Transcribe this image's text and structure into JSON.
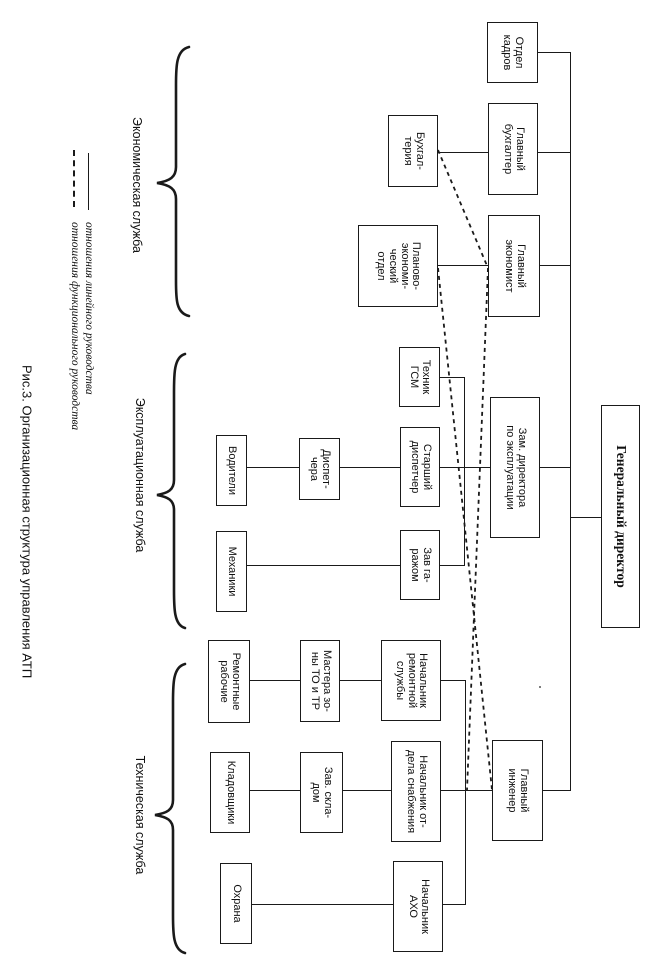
{
  "figure": {
    "caption": "Рис.3. Организационная структура управления АТП",
    "orientation": "rotated-90-ccw"
  },
  "legend": {
    "items": [
      {
        "style": "solid",
        "label": "отношения линейного руководства"
      },
      {
        "style": "dashed",
        "label": "отношения функционального руководства"
      }
    ]
  },
  "groups": [
    {
      "id": "economic",
      "label": "Экономическая служба"
    },
    {
      "id": "operational",
      "label": "Эксплуатационная служба"
    },
    {
      "id": "technical",
      "label": "Техническая служба"
    }
  ],
  "root": {
    "label": "Генеральный директор"
  },
  "nodes": {
    "otdel_kadrov": "Отдел\nкадров",
    "gl_buhgalter": "Главный\nбухгалтер",
    "buhgalteria": "Бухгал-\nтерия",
    "gl_ekonomist": "Главный\nэкономист",
    "planovo_otdel": "Планово-\nэкономи-\nческий\nотдел",
    "zam_ekspl": "Зам. директора\nпо эксплуатации",
    "tehnik_gsm": "Техник\nГСМ",
    "starshiy_disp": "Старший\nдиспетчер",
    "dispetchera": "Диспет-\nчера",
    "voditeli": "Водители",
    "zav_garazhom": "Зав га-\nражом",
    "mehaniki": "Механики",
    "gl_inzhener": "Главный\nинженер",
    "nach_remont": "Начальник\nремонтной\nслужбы",
    "mastera": "Мастера зо-\nны ТО и ТР",
    "remontnye": "Ремонтные\nрабочие",
    "nach_snab": "Начальник от-\nдела снабжения",
    "zav_skladom": "Зав. скла-\nдом",
    "kladovshiki": "Кладовщики",
    "nach_aho": "Начальник\nАХО",
    "ohrana": "Охрана"
  },
  "colors": {
    "ink": "#1a1a1a",
    "paper": "#ffffff"
  }
}
